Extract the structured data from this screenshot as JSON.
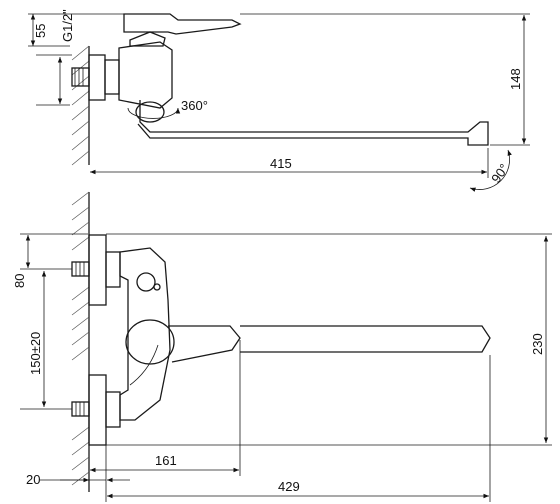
{
  "drawing": {
    "side_view": {
      "dim_height_outlet": "55",
      "dim_thread": "G1/2\"",
      "dim_height_total": "148",
      "dim_spout_length": "415",
      "rotation_label": "360°",
      "aerator_angle": "90°"
    },
    "front_view": {
      "dim_top_offset": "80",
      "dim_center_distance": "150±20",
      "dim_total_height": "230",
      "dim_handle_reach": "161",
      "dim_total_length": "429",
      "dim_wall_offset": "20"
    }
  }
}
